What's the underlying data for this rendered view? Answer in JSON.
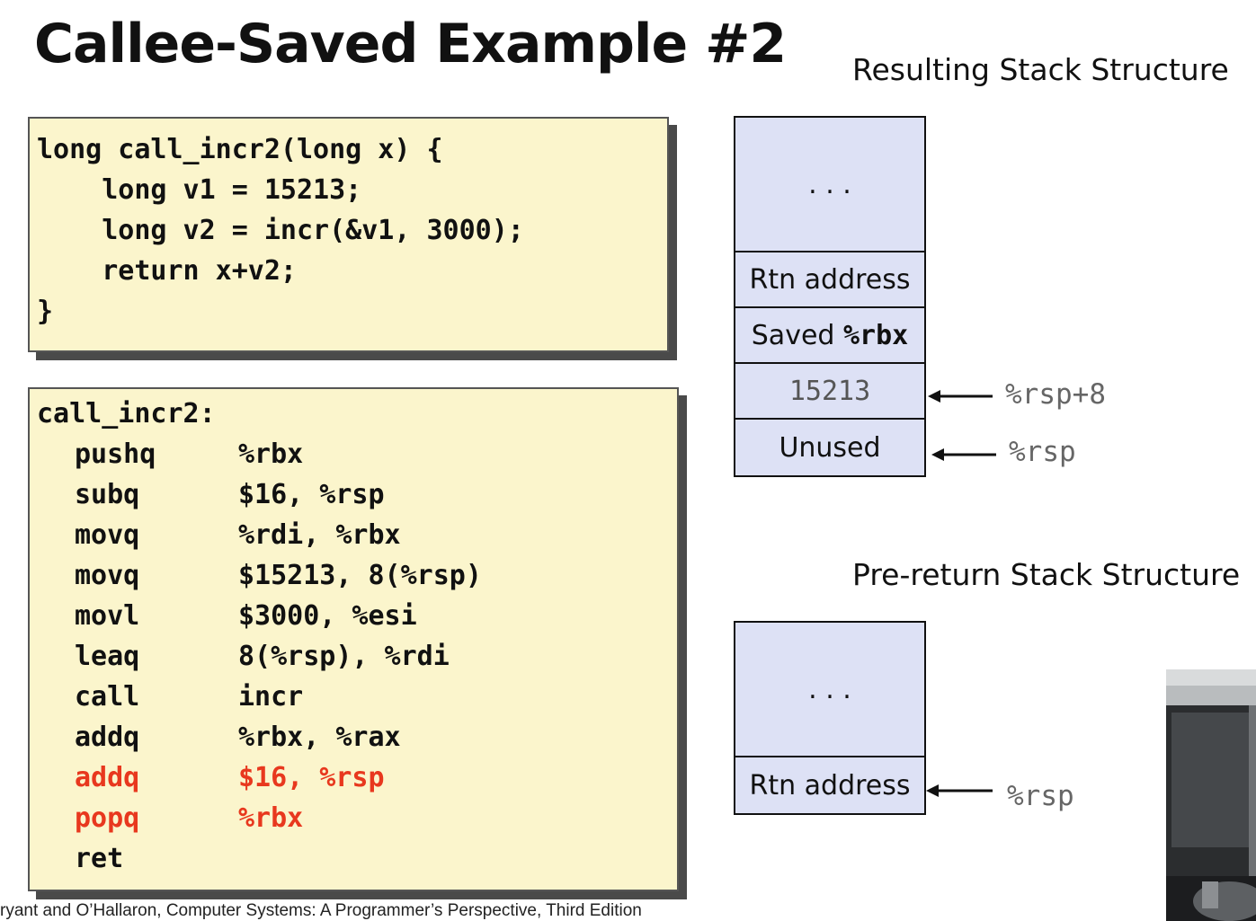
{
  "title": "Callee-Saved Example #2",
  "source_code": {
    "lines": [
      "long call_incr2(long x) {",
      "    long v1 = 15213;",
      "    long v2 = incr(&v1, 3000);",
      "    return x+v2;",
      "}"
    ]
  },
  "assembly": {
    "label": "call_incr2:",
    "lines": [
      {
        "op": "pushq",
        "args": "%rbx",
        "highlight": false
      },
      {
        "op": "subq",
        "args": "$16, %rsp",
        "highlight": false
      },
      {
        "op": "movq",
        "args": "%rdi, %rbx",
        "highlight": false
      },
      {
        "op": "movq",
        "args": "$15213, 8(%rsp)",
        "highlight": false
      },
      {
        "op": "movl",
        "args": "$3000, %esi",
        "highlight": false
      },
      {
        "op": "leaq",
        "args": "8(%rsp), %rdi",
        "highlight": false
      },
      {
        "op": "call",
        "args": "incr",
        "highlight": false
      },
      {
        "op": "addq",
        "args": "%rbx, %rax",
        "highlight": false
      },
      {
        "op": "addq",
        "args": "$16, %rsp",
        "highlight": true
      },
      {
        "op": "popq",
        "args": "%rbx",
        "highlight": true
      },
      {
        "op": "ret",
        "args": "",
        "highlight": false
      }
    ],
    "highlight_color": "#e8381e"
  },
  "resulting_stack": {
    "title": "Resulting Stack Structure",
    "cells": {
      "ellipsis": ". . .",
      "rtn_address": "Rtn address",
      "saved_prefix": "Saved ",
      "saved_reg": "%rbx",
      "value": "15213",
      "unused": "Unused"
    },
    "pointers": {
      "rsp_plus_8": "%rsp+8",
      "rsp": "%rsp"
    }
  },
  "prereturn_stack": {
    "title": "Pre-return Stack Structure",
    "cells": {
      "ellipsis": ". . .",
      "rtn_address": "Rtn address"
    },
    "pointers": {
      "rsp": "%rsp"
    }
  },
  "footer": "ryant and O’Hallaron, Computer Systems: A Programmer’s Perspective, Third Edition",
  "colors": {
    "code_background": "#fbf5cc",
    "stack_cell": "#dde1f5",
    "highlight": "#e8381e"
  }
}
